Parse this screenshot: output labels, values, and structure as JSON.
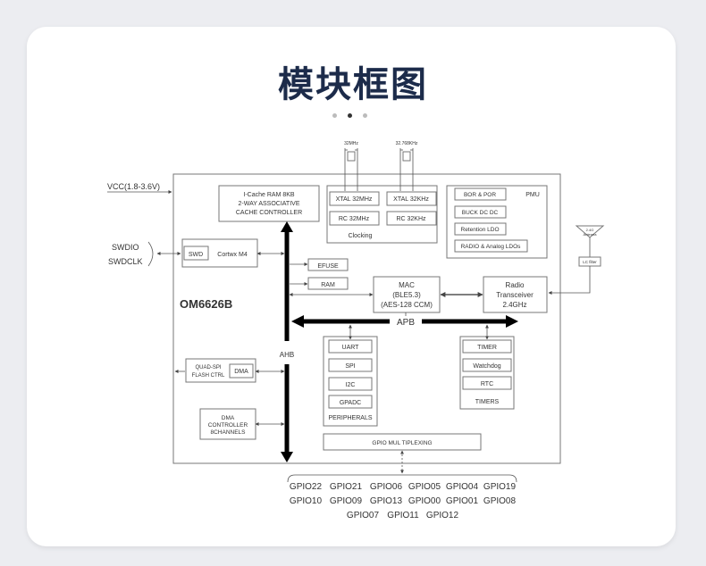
{
  "page": {
    "title": "模块框图"
  },
  "pager": {
    "count": 3,
    "active_index": 1
  },
  "diagram": {
    "chip_name": "OM6626B",
    "vcc_label": "VCC(1.8-3.6V)",
    "swdio_label": "SWDIO",
    "swdclk_label": "SWDCLK",
    "icache": [
      "I-Cache RAM 8KB",
      "2-WAY ASSOCIATIVE",
      "CACHE CONTROLLER"
    ],
    "swd": "SWD",
    "cortex": "Cortwx M4",
    "efuse": "EFUSE",
    "ram": "RAM",
    "mac": [
      "MAC",
      "(BLE5.3)",
      "(AES-128 CCM)"
    ],
    "radio": [
      "Radio",
      "Transceiver",
      "2.4GHz"
    ],
    "apb": "APB",
    "ahb": "AHB",
    "clock_32mhz": "32MHz",
    "clock_32768": "32.768KHz",
    "xtal_32mhz": "XTAL 32MHz",
    "xtal_32khz": "XTAL 32KHz",
    "rc_32mhz": "RC 32MHz",
    "rc_32khz": "RC 32KHz",
    "clocking": "Clocking",
    "pmu_title": "PMU",
    "pmu_items": [
      "BOR & POR",
      "BUCK DC DC",
      "Retention LDO",
      "RADIO & Analog LDOs"
    ],
    "antenna": "2.4G Antenna",
    "lc_filter": "LC filter",
    "quadspi": [
      "QUAD-SPI",
      "FLASH CTRL"
    ],
    "dma": "DMA",
    "dma_ctrl": [
      "DMA",
      "CONTROLLER",
      "8CHANNELS"
    ],
    "peripherals": [
      "UART",
      "SPI",
      "I2C",
      "GPADC"
    ],
    "peripherals_title": "PERIPHERALS",
    "timers": [
      "TIMER",
      "Watchdog",
      "RTC"
    ],
    "timers_title": "TIMERS",
    "gpio_mux": "GPIO MUL TIPLEXING",
    "gpio_rows": [
      [
        "GPIO22",
        "GPIO21",
        "GPIO06",
        "GPIO05",
        "GPIO04",
        "GPIO19"
      ],
      [
        "GPIO10",
        "GPIO09",
        "GPIO13",
        "GPIO00",
        "GPIO01",
        "GPIO08"
      ],
      [
        "GPIO07",
        "GPIO11",
        "GPIO12"
      ]
    ]
  }
}
